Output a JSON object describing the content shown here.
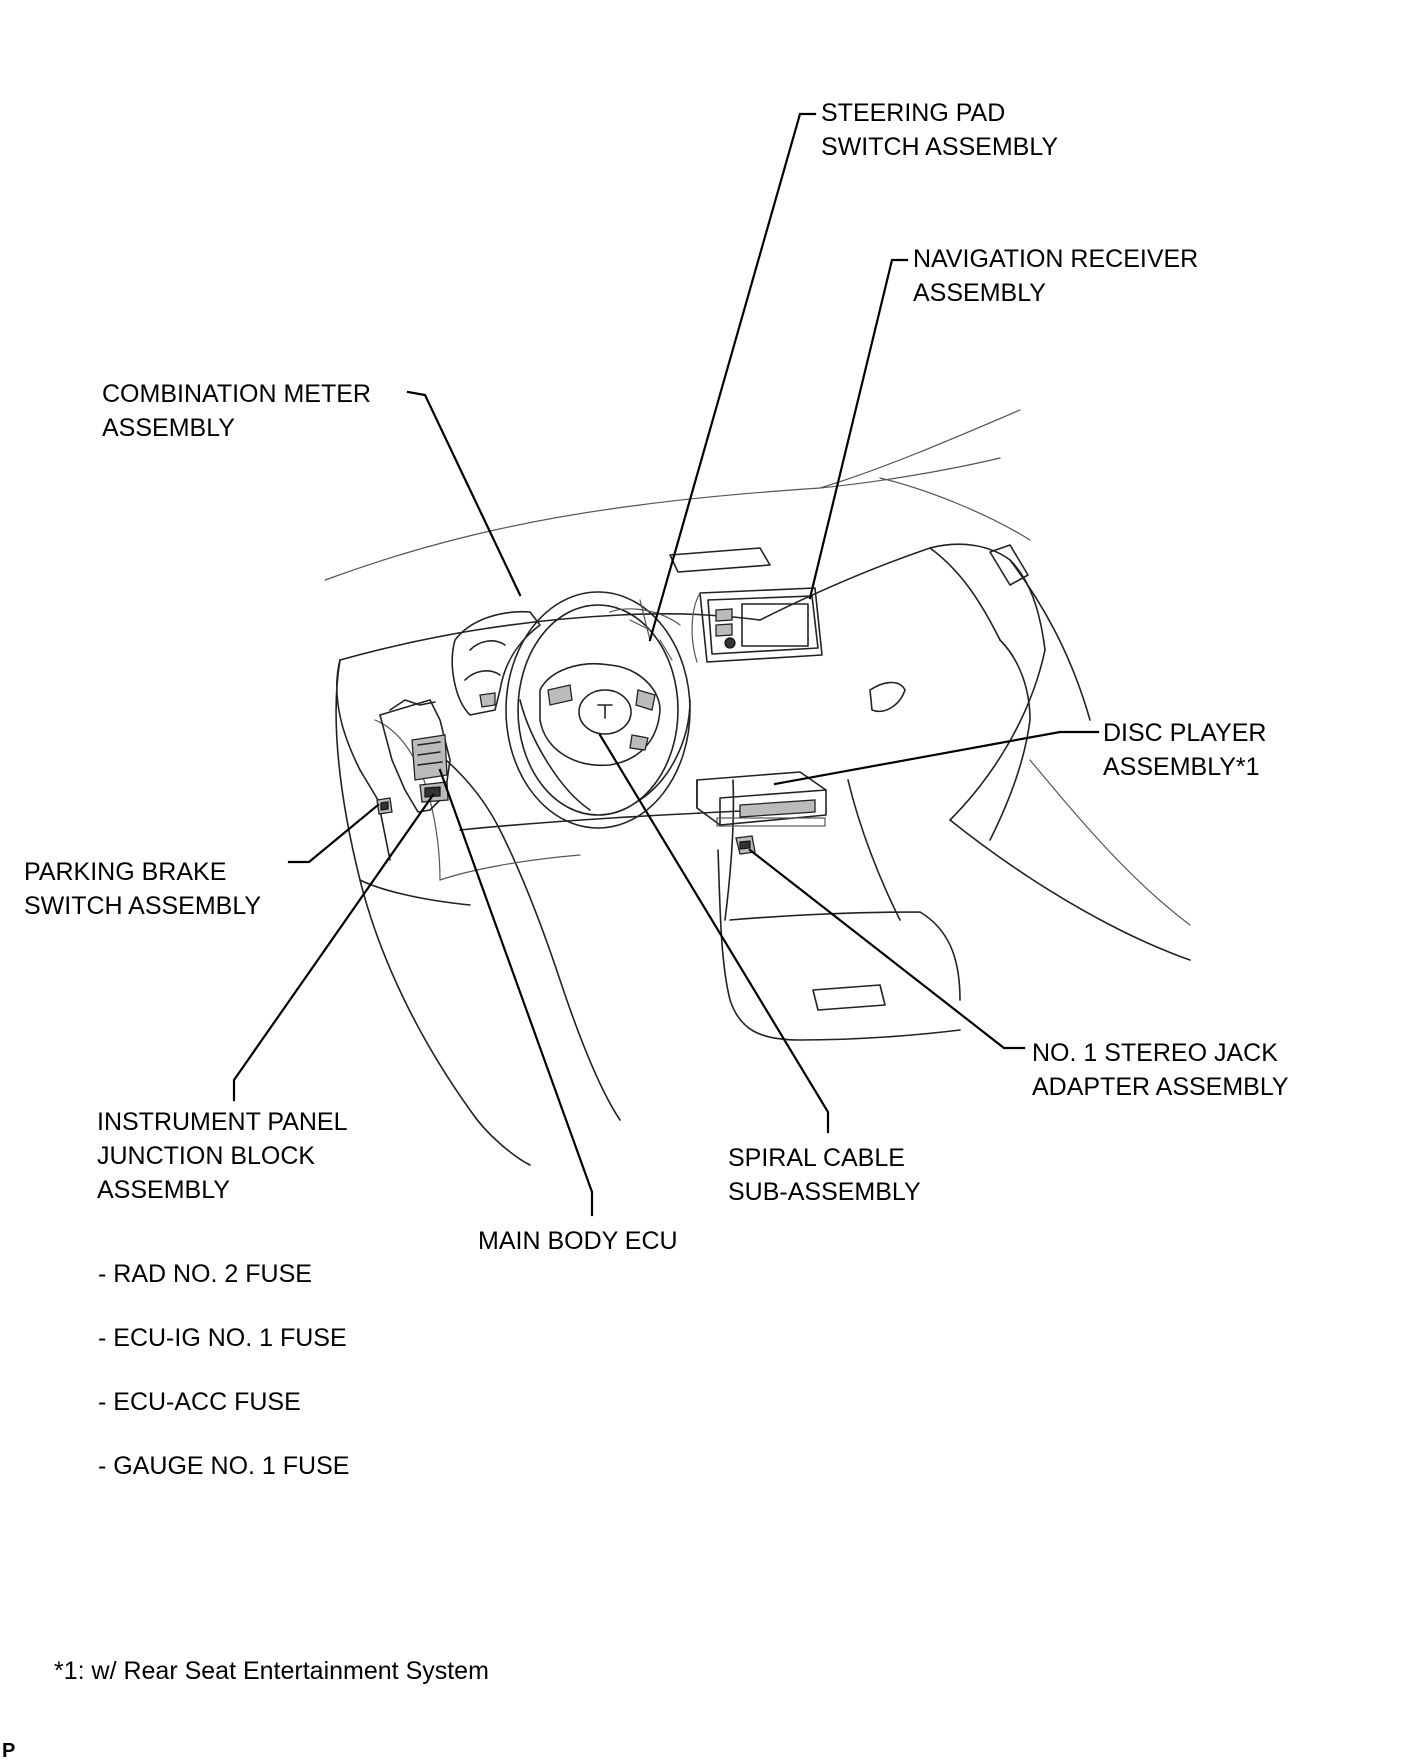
{
  "labels": {
    "steering_pad": [
      "STEERING PAD",
      "SWITCH ASSEMBLY"
    ],
    "navigation_receiver": [
      "NAVIGATION RECEIVER",
      "ASSEMBLY"
    ],
    "combination_meter": [
      "COMBINATION METER",
      "ASSEMBLY"
    ],
    "disc_player": [
      "DISC PLAYER",
      "ASSEMBLY*1"
    ],
    "parking_brake": [
      "PARKING BRAKE",
      "SWITCH ASSEMBLY"
    ],
    "stereo_jack": [
      "NO. 1 STEREO JACK",
      "ADAPTER ASSEMBLY"
    ],
    "junction_block": [
      "INSTRUMENT PANEL",
      "JUNCTION BLOCK",
      "ASSEMBLY"
    ],
    "spiral_cable": [
      "SPIRAL CABLE",
      "SUB-ASSEMBLY"
    ],
    "main_body_ecu": [
      "MAIN BODY ECU"
    ]
  },
  "fuses": [
    "- RAD NO. 2 FUSE",
    "- ECU-IG NO. 1 FUSE",
    "- ECU-ACC FUSE",
    "- GAUGE NO. 1 FUSE"
  ],
  "footnote": "*1: w/ Rear Seat Entertainment System",
  "corner_mark": "P",
  "colors": {
    "ink": "#000000",
    "background": "#ffffff"
  }
}
